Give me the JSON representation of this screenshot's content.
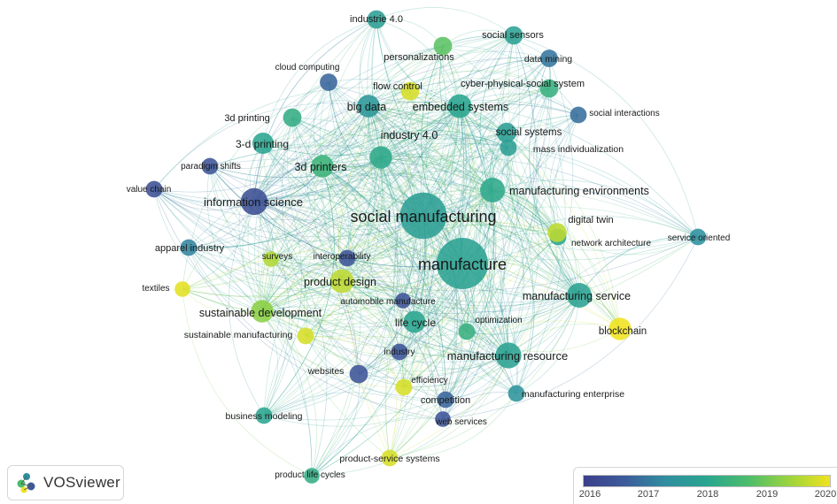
{
  "app": {
    "brand": "VOSviewer"
  },
  "colors": {
    "scale": [
      "#3b3f8c",
      "#3d5b9a",
      "#2f8ea0",
      "#2aa58f",
      "#4cbc6c",
      "#9bd43d",
      "#f0e21f"
    ],
    "edge_opacity": 0.28
  },
  "legend": {
    "ticks": [
      "2016",
      "2017",
      "2018",
      "2019",
      "2020"
    ],
    "min": 2016,
    "max": 2020
  },
  "nodes": [
    {
      "id": "manufacture",
      "label": "manufacture",
      "year": 2017.9,
      "weight": 100,
      "size": 18
    },
    {
      "id": "social-manufacturing",
      "label": "social manufacturing",
      "year": 2017.8,
      "weight": 80,
      "size": 18
    },
    {
      "id": "information-science",
      "label": "information science",
      "year": 2016.4,
      "weight": 22,
      "size": 13
    },
    {
      "id": "manufacturing-resource",
      "label": "manufacturing resource",
      "year": 2017.9,
      "weight": 20,
      "size": 13
    },
    {
      "id": "manufacturing-environments",
      "label": "manufacturing environments",
      "year": 2018.1,
      "weight": 18,
      "size": 12.5
    },
    {
      "id": "manufacturing-service",
      "label": "manufacturing service",
      "year": 2017.9,
      "weight": 18,
      "size": 12.5
    },
    {
      "id": "sustainable-development",
      "label": "sustainable development",
      "year": 2019.2,
      "weight": 14,
      "size": 12.5
    },
    {
      "id": "product-design",
      "label": "product design",
      "year": 2019.6,
      "weight": 16,
      "size": 12.5
    },
    {
      "id": "embedded-systems",
      "label": "embedded systems",
      "year": 2018.0,
      "weight": 16,
      "size": 12.5
    },
    {
      "id": "big-data",
      "label": "big data",
      "year": 2017.6,
      "weight": 14,
      "size": 12.5
    },
    {
      "id": "industry-4-0",
      "label": "industry 4.0",
      "year": 2018.1,
      "weight": 14,
      "size": 12.5
    },
    {
      "id": "3d-printers",
      "label": "3d printers",
      "year": 2018.4,
      "weight": 14,
      "size": 12.5
    },
    {
      "id": "3-d-printing",
      "label": "3-d printing",
      "year": 2018.0,
      "weight": 12,
      "size": 12
    },
    {
      "id": "life-cycle",
      "label": "life cycle",
      "year": 2018.0,
      "weight": 13,
      "size": 12
    },
    {
      "id": "blockchain",
      "label": "blockchain",
      "year": 2020.0,
      "weight": 14,
      "size": 11.5
    },
    {
      "id": "social-systems",
      "label": "social systems",
      "year": 2017.8,
      "weight": 10,
      "size": 11.5
    },
    {
      "id": "digital-twin",
      "label": "digital twin",
      "year": 2019.6,
      "weight": 9,
      "size": 11
    },
    {
      "id": "cyber-physical-social-system",
      "label": "cyber-physical-social system",
      "year": 2018.3,
      "weight": 8,
      "size": 11
    },
    {
      "id": "flow-control",
      "label": "flow control",
      "year": 2019.8,
      "weight": 8,
      "size": 11
    },
    {
      "id": "personalizations",
      "label": "personalizations",
      "year": 2018.8,
      "weight": 8,
      "size": 11
    },
    {
      "id": "3d-printing",
      "label": "3d printing",
      "year": 2018.2,
      "weight": 8,
      "size": 11
    },
    {
      "id": "industrie-4-0",
      "label": "industrie 4.0",
      "year": 2017.8,
      "weight": 8,
      "size": 11
    },
    {
      "id": "social-sensors",
      "label": "social sensors",
      "year": 2017.9,
      "weight": 8,
      "size": 11
    },
    {
      "id": "data-mining",
      "label": "data mining",
      "year": 2017.0,
      "weight": 7,
      "size": 10.5
    },
    {
      "id": "cloud-computing",
      "label": "cloud computing",
      "year": 2016.8,
      "weight": 7,
      "size": 10
    },
    {
      "id": "social-interactions",
      "label": "social interactions",
      "year": 2016.9,
      "weight": 6,
      "size": 10
    },
    {
      "id": "mass-individualization",
      "label": "mass individualization",
      "year": 2017.8,
      "weight": 6,
      "size": 10.5
    },
    {
      "id": "paradigm-shifts",
      "label": "paradigm shifts",
      "year": 2016.5,
      "weight": 6,
      "size": 10
    },
    {
      "id": "value-chain",
      "label": "value chain",
      "year": 2016.4,
      "weight": 6,
      "size": 10
    },
    {
      "id": "apparel-industry",
      "label": "apparel industry",
      "year": 2017.2,
      "weight": 6,
      "size": 11
    },
    {
      "id": "surveys",
      "label": "surveys",
      "year": 2019.5,
      "weight": 5,
      "size": 10
    },
    {
      "id": "interoperability",
      "label": "interoperability",
      "year": 2016.5,
      "weight": 6,
      "size": 10
    },
    {
      "id": "network-architecture",
      "label": "network architecture",
      "year": 2018.0,
      "weight": 6,
      "size": 10
    },
    {
      "id": "service-oriented",
      "label": "service oriented",
      "year": 2017.4,
      "weight": 6,
      "size": 10
    },
    {
      "id": "textiles",
      "label": "textiles",
      "year": 2019.9,
      "weight": 5,
      "size": 10
    },
    {
      "id": "automobile-manufacture",
      "label": "automobile manufacture",
      "year": 2016.5,
      "weight": 5,
      "size": 10
    },
    {
      "id": "optimization",
      "label": "optimization",
      "year": 2018.3,
      "weight": 6,
      "size": 10
    },
    {
      "id": "sustainable-manufacturing",
      "label": "sustainable manufacturing",
      "year": 2019.8,
      "weight": 6,
      "size": 10.5
    },
    {
      "id": "industry",
      "label": "industry",
      "year": 2016.5,
      "weight": 6,
      "size": 10
    },
    {
      "id": "websites",
      "label": "websites",
      "year": 2016.5,
      "weight": 8,
      "size": 10.5
    },
    {
      "id": "efficiency",
      "label": "efficiency",
      "year": 2019.8,
      "weight": 6,
      "size": 10
    },
    {
      "id": "competition",
      "label": "competition",
      "year": 2016.8,
      "weight": 6,
      "size": 11
    },
    {
      "id": "manufacturing-enterprise",
      "label": "manufacturing enterprise",
      "year": 2017.5,
      "weight": 6,
      "size": 10.5
    },
    {
      "id": "business-modeling",
      "label": "business modeling",
      "year": 2018.0,
      "weight": 6,
      "size": 10.5
    },
    {
      "id": "web-services",
      "label": "web services",
      "year": 2016.5,
      "weight": 5,
      "size": 10
    },
    {
      "id": "product-service-systems",
      "label": "product-service systems",
      "year": 2019.8,
      "weight": 6,
      "size": 10.5
    },
    {
      "id": "product-life-cycles",
      "label": "product life cycles",
      "year": 2018.2,
      "weight": 5,
      "size": 10
    }
  ]
}
